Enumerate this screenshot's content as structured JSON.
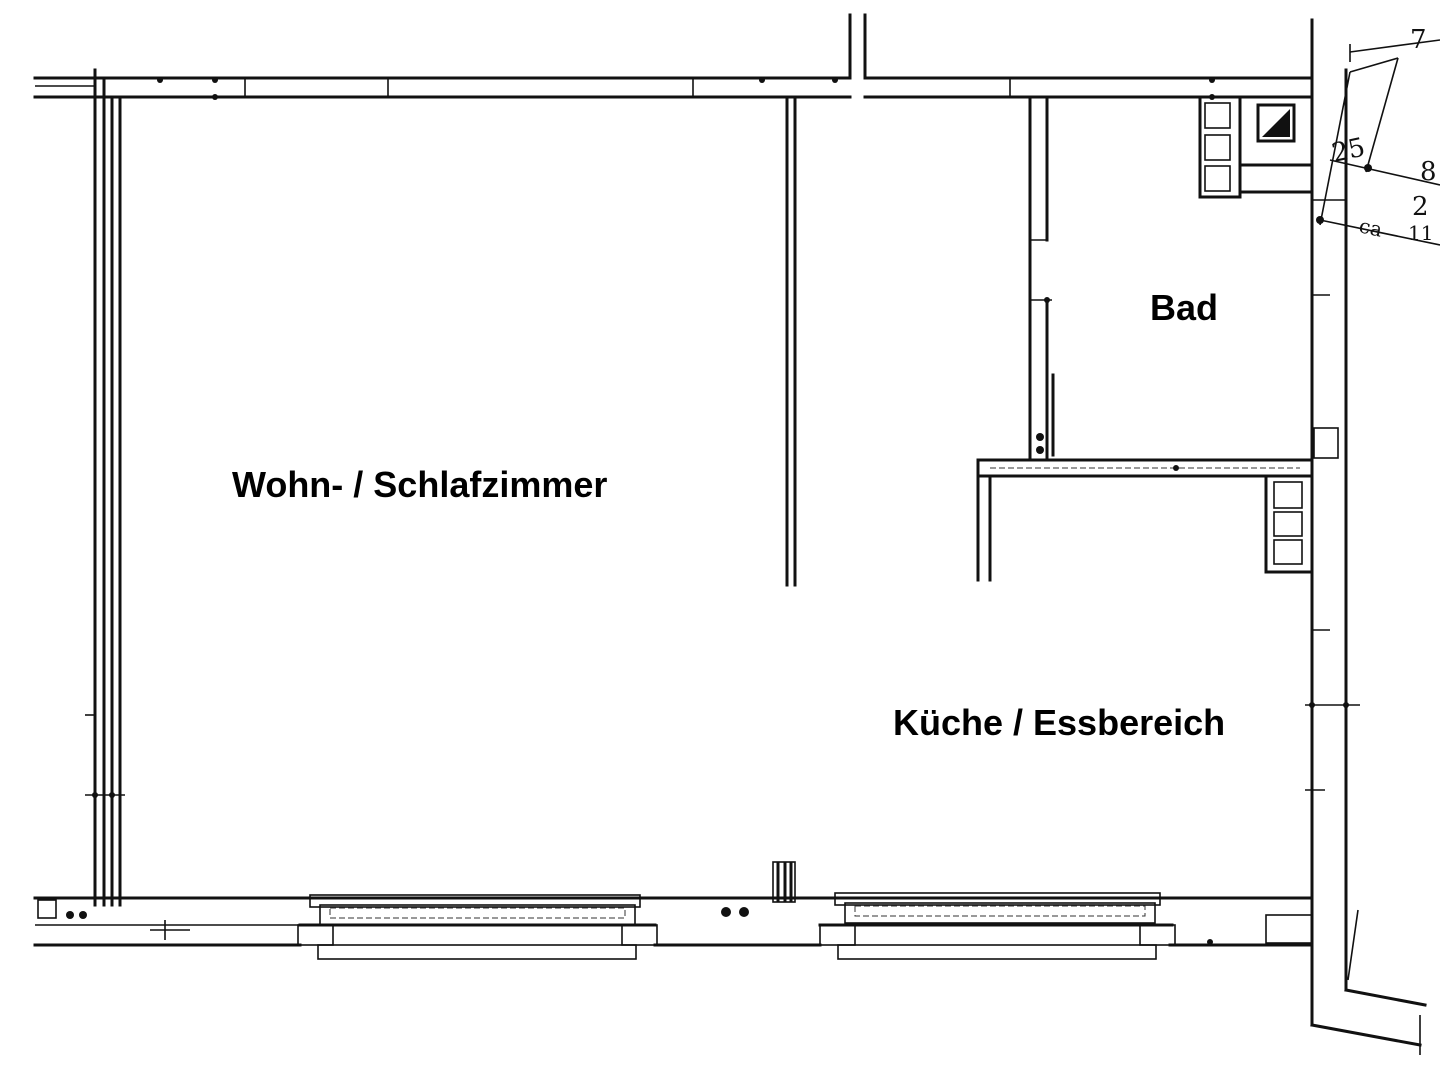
{
  "rooms": {
    "wohn_schlaf": "Wohn- / Schlafzimmer",
    "bad": "Bad",
    "kueche": "Küche / Essbereich"
  },
  "dimensions": {
    "top_right": "7",
    "diag_25": "25",
    "diag_8": "8",
    "diag_2": "2",
    "diag_ca": "ca",
    "diag_11": "11"
  },
  "colors": {
    "ink": "#111111",
    "paper": "#ffffff"
  }
}
